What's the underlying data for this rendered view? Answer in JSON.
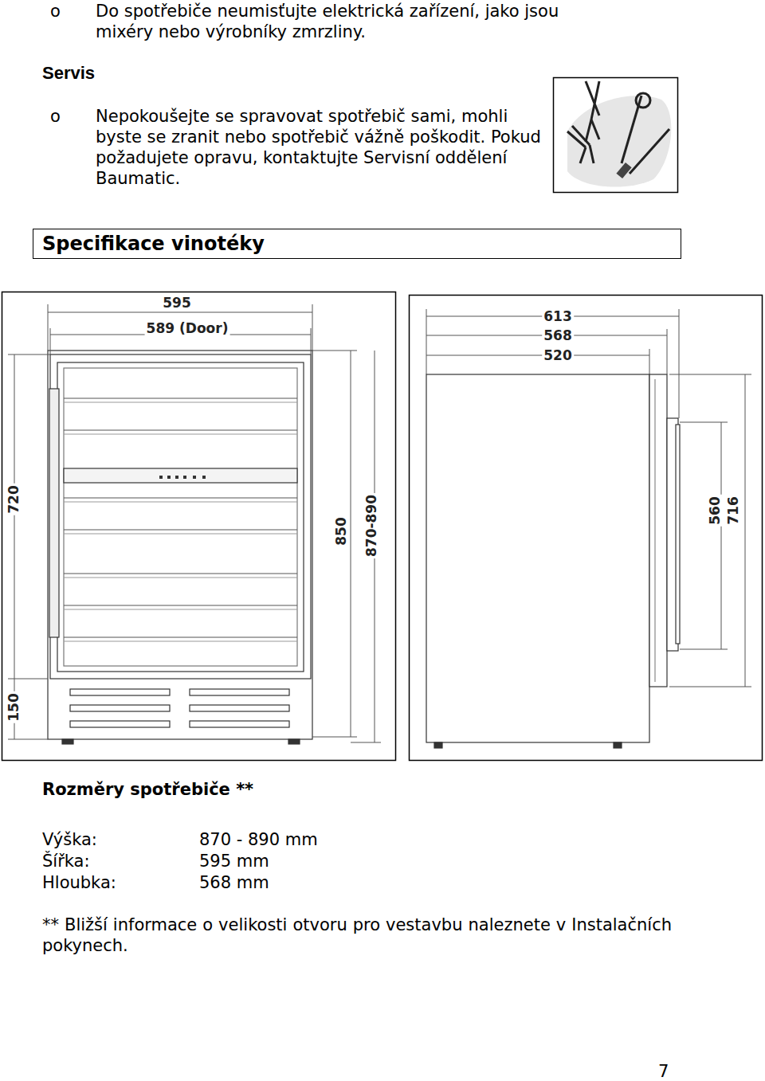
{
  "diagram": {
    "nodes": [
      {
        "text": [
          "Specifikace vinotéky"
        ]
      }
    ],
    "labels": [
      "o",
      "Do spotřebiče neumisťujte elektrická zařízení, jako jsou mixéry nebo výrobníky zmrzliny.",
      "Servis",
      "o",
      "Nepokoušejte se spravovat spotřebič sami, mohli byste se zranit nebo spotřebič vážně poškodit. Pokud požadujete opravu, kontaktujte Servisní oddělení Baumatic.",
      "595",
      "589 (Door)",
      "720",
      "850",
      "870-890",
      "150",
      "613",
      "568",
      "520",
      "560",
      "716",
      "Rozměry spotřebiče **",
      "Výška:",
      "870 - 890 mm",
      "Šířka:",
      "595 mm",
      "Hloubka:",
      "568 mm",
      "** Bližší informace o velikosti otvoru pro vestavbu naleznete v Instalačních pokynech.",
      "7"
    ]
  }
}
